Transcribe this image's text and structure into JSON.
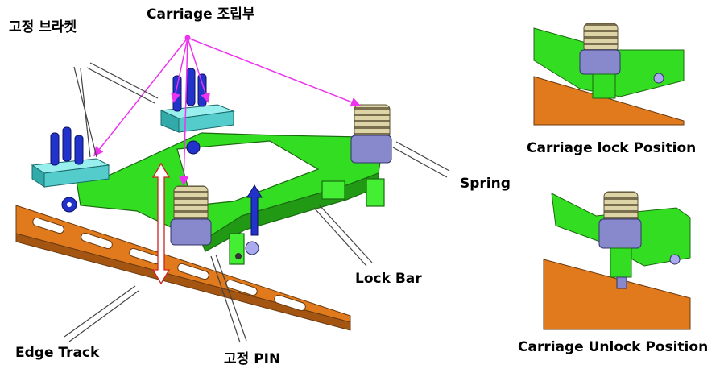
{
  "labels": {
    "fixed_bracket": "고정 브라켓",
    "carriage_assembly": "Carriage 조립부",
    "spring": "Spring",
    "lock_bar": "Lock Bar",
    "edge_track": "Edge Track",
    "fixed_pin": "고정 PIN"
  },
  "captions": {
    "lock_position": "Carriage lock  Position",
    "unlock_position": "Carriage Unlock  Position"
  },
  "colors": {
    "track_orange": "#e07a1c",
    "bar_green": "#33dd22",
    "bracket_cyan": "#66dddd",
    "pin_blue": "#2233cc",
    "spring_beige": "#d8cfa0",
    "collar_lavender": "#8888cc",
    "leader_magenta": "#ee33ee"
  }
}
